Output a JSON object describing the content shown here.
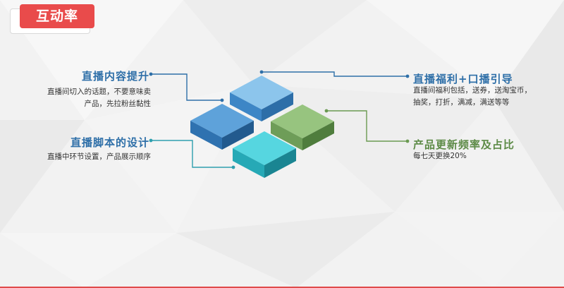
{
  "header": {
    "title": "互动率"
  },
  "items": [
    {
      "title": "直播内容提升",
      "desc": [
        "直播间切入的话题，不要意味卖",
        "产品，先拉粉丝黏性"
      ]
    },
    {
      "title": "直播脚本的设计",
      "desc": [
        "直播中环节设置，产品展示顺序"
      ]
    },
    {
      "title": "直播福利+口播引导",
      "desc": [
        "直播间福利包括，送券，送淘宝币，",
        "抽奖，打折，满减，满送等等"
      ]
    },
    {
      "title": "产品更新频率及占比",
      "desc": [
        "每七天更换20%"
      ]
    }
  ],
  "colors": {
    "accent_red": "#e94b4b",
    "tile_blue_light": "#8cc5ec",
    "tile_blue_dark": "#4f92cc",
    "tile_green": "#8fbf78",
    "tile_teal": "#3fc7d4",
    "connector_blue": "#2e6fa8",
    "connector_green": "#6a9a52"
  }
}
